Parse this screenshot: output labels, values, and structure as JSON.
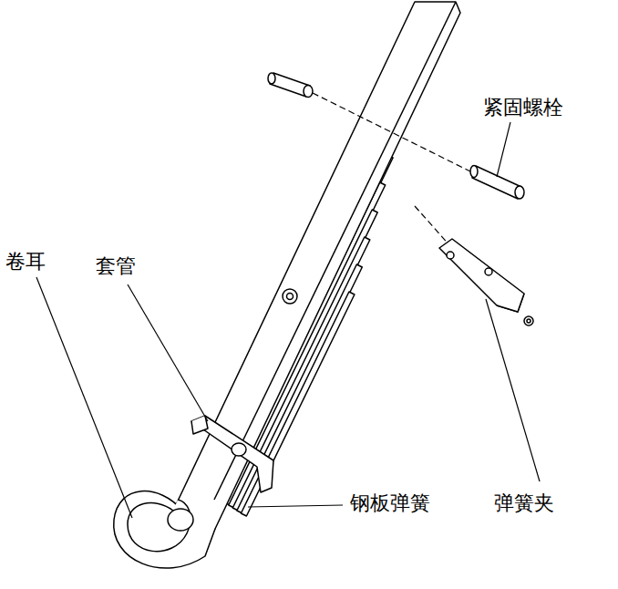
{
  "diagram": {
    "labels": [
      "紧固螺栓",
      "卷耳",
      "套管",
      "钢板弹簧",
      "弹簧夹"
    ]
  }
}
